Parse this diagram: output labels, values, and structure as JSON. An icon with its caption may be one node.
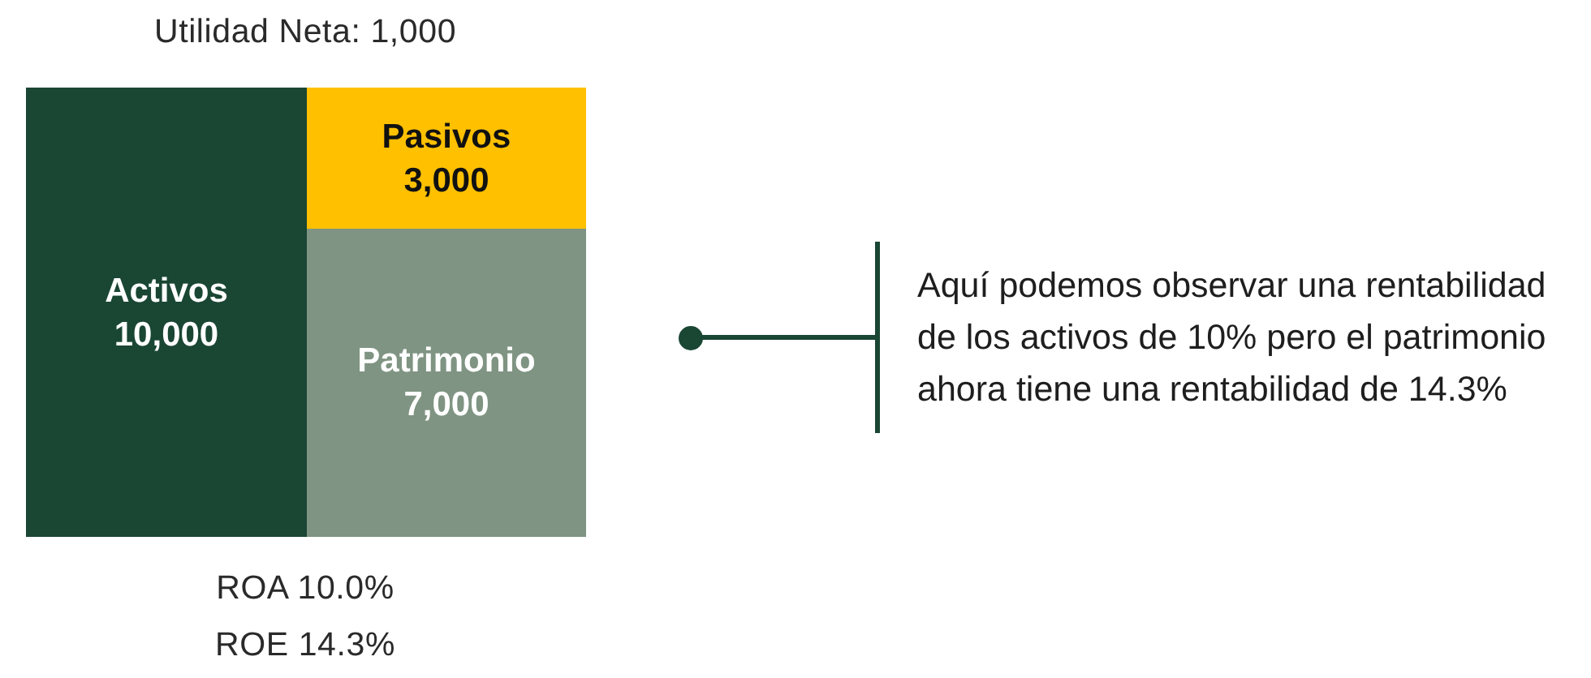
{
  "diagram": {
    "title": "Utilidad Neta: 1,000",
    "nodes": [
      {
        "text": [
          "Activos",
          "10,000"
        ]
      },
      {
        "text": [
          "Pasivos",
          "3,000"
        ]
      },
      {
        "text": [
          "Patrimonio",
          "7,000"
        ]
      },
      {
        "text": [
          "Aquí podemos observar una rentabilidad de los activos de 10% pero el patrimonio ahora tiene una rentabilidad de 14.3%"
        ]
      },
      {
        "text": [],
        "shape": "circle"
      }
    ],
    "edges": [
      {
        "from": 3,
        "to": 4,
        "arrow": "none"
      }
    ],
    "labels": [
      "ROA 10.0%",
      "ROE 14.3%"
    ]
  }
}
